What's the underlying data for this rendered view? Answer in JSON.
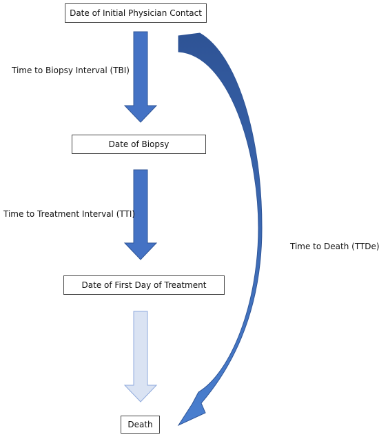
{
  "nodes": {
    "initial_contact": "Date of Initial Physician Contact",
    "biopsy": "Date of Biopsy",
    "first_treatment": "Date of First Day of Treatment",
    "death": "Death"
  },
  "intervals": {
    "tbi": "Time to Biopsy Interval (TBI)",
    "tti": "Time to Treatment Interval (TTI)",
    "ttde": "Time to Death (TTDe)"
  },
  "colors": {
    "arrow_fill": "#4472c4",
    "arrow_stroke": "#2f5597",
    "arrow_light_fill": "#dae3f3",
    "arrow_light_stroke": "#8faadc",
    "curve_fill_top": "#2e5395",
    "curve_fill_bottom": "#4a7fd0"
  }
}
